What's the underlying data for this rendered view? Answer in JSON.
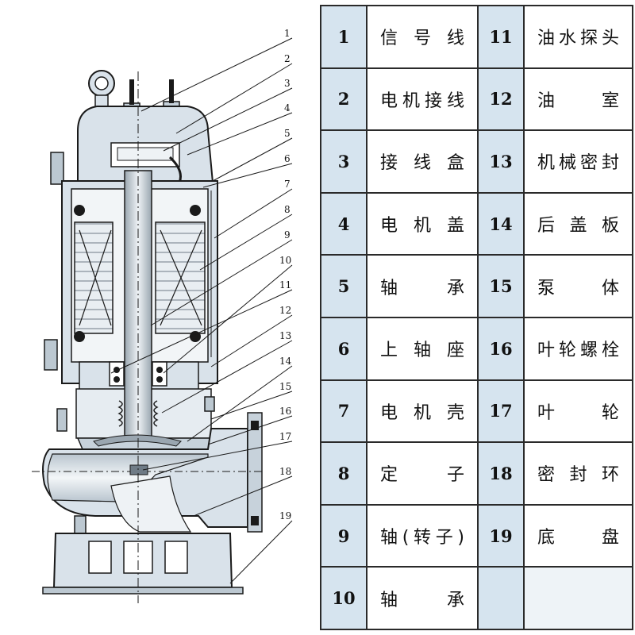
{
  "diagram": {
    "labels": [
      "1",
      "2",
      "3",
      "4",
      "5",
      "6",
      "7",
      "8",
      "9",
      "10",
      "11",
      "12",
      "13",
      "14",
      "15",
      "16",
      "17",
      "18",
      "19"
    ]
  },
  "parts": [
    {
      "num": "1",
      "name": "信号线"
    },
    {
      "num": "2",
      "name": "电机接线"
    },
    {
      "num": "3",
      "name": "接线盒"
    },
    {
      "num": "4",
      "name": "电机盖"
    },
    {
      "num": "5",
      "name": "轴承"
    },
    {
      "num": "6",
      "name": "上轴座"
    },
    {
      "num": "7",
      "name": "电机壳"
    },
    {
      "num": "8",
      "name": "定子"
    },
    {
      "num": "9",
      "name": "轴(转子)"
    },
    {
      "num": "10",
      "name": "轴承"
    },
    {
      "num": "11",
      "name": "油水探头"
    },
    {
      "num": "12",
      "name": "油室"
    },
    {
      "num": "13",
      "name": "机械密封"
    },
    {
      "num": "14",
      "name": "后盖板"
    },
    {
      "num": "15",
      "name": "泵体"
    },
    {
      "num": "16",
      "name": "叶轮螺栓"
    },
    {
      "num": "17",
      "name": "叶轮"
    },
    {
      "num": "18",
      "name": "密封环"
    },
    {
      "num": "19",
      "name": "底盘"
    }
  ],
  "colors": {
    "header_cell": "#d6e4ef",
    "casing": "#d9e2ea",
    "line": "#1a1a1a"
  }
}
